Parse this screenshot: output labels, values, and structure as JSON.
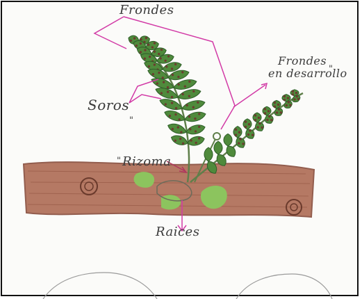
{
  "diagram": {
    "labels": {
      "frondes": "Frondes",
      "frondes_desarrollo_line1": "Frondes",
      "frondes_desarrollo_line2": "en desarrollo",
      "soros": "Soros",
      "rizoma": "Rizoma",
      "raices": "Raices"
    },
    "ditto_marks": {
      "after_desarrollo": "\"",
      "below_soros": "\"",
      "before_rizoma": "\""
    },
    "colors": {
      "leaf": "#4f8a3c",
      "leaf_dark": "#2f5f2a",
      "sori": "#6b3d2f",
      "stem": "#6f8f5a",
      "log": "#a66b55",
      "log_dark": "#7a4a38",
      "moss": "#8cc45e",
      "pointer_magenta": "#d23aa6",
      "pointer_red": "#b0365e"
    }
  }
}
